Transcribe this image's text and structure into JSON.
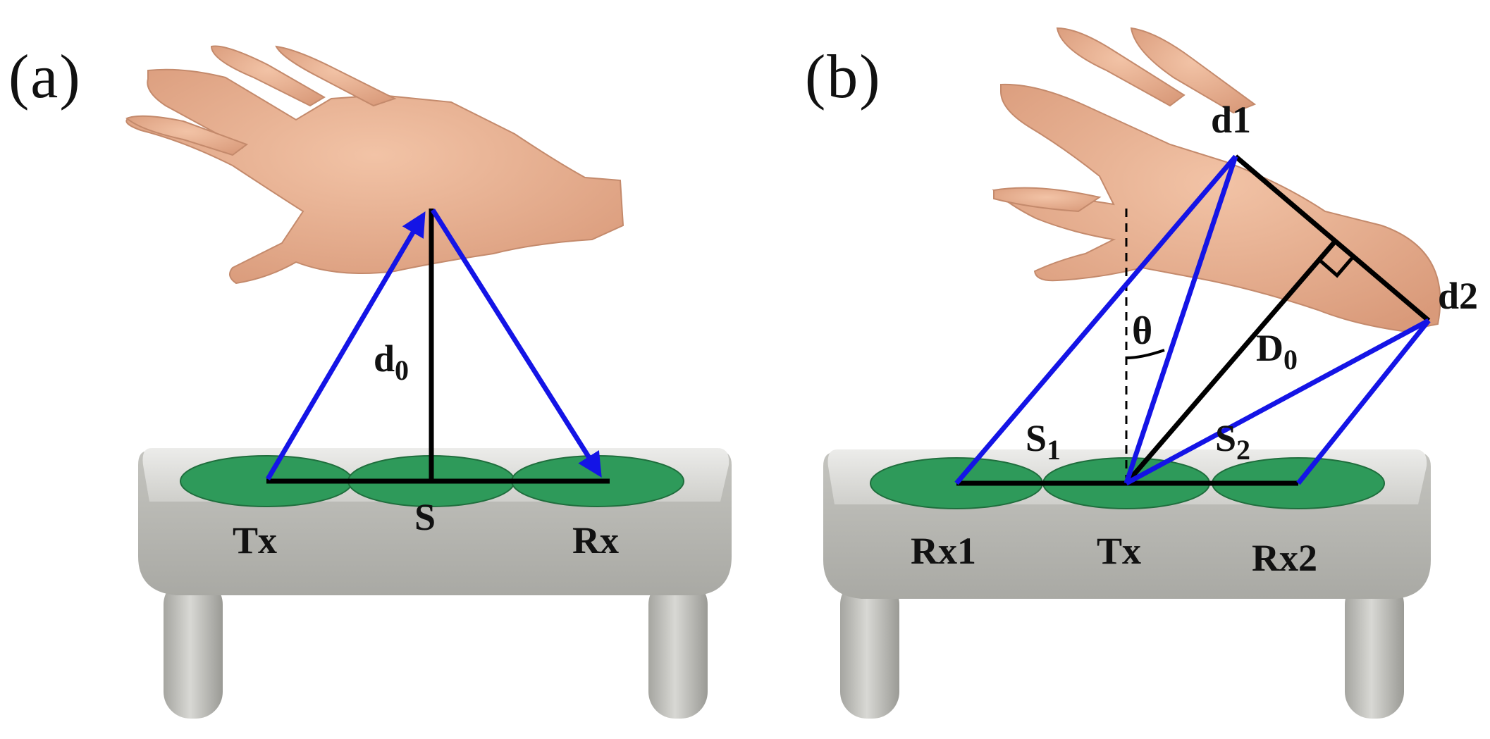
{
  "panel_a": {
    "letter": "(a)",
    "label_tx": "Tx",
    "label_rx": "Rx",
    "label_s": "S",
    "label_d": "d",
    "label_d_sub": "0"
  },
  "panel_b": {
    "letter": "(b)",
    "label_rx1": "Rx1",
    "label_tx": "Tx",
    "label_rx2": "Rx2",
    "label_d1": "d1",
    "label_d2": "d2",
    "label_theta": "θ",
    "label_D": "D",
    "label_D_sub": "0",
    "label_s1": "S",
    "label_s1_sub": "1",
    "label_s2": "S",
    "label_s2_sub": "2"
  },
  "colors": {
    "ray": "#1414e6",
    "line": "#000000",
    "sensor_pad": "#2e9a5a",
    "board": "#c9c9c4",
    "skin": "#e9b496"
  }
}
